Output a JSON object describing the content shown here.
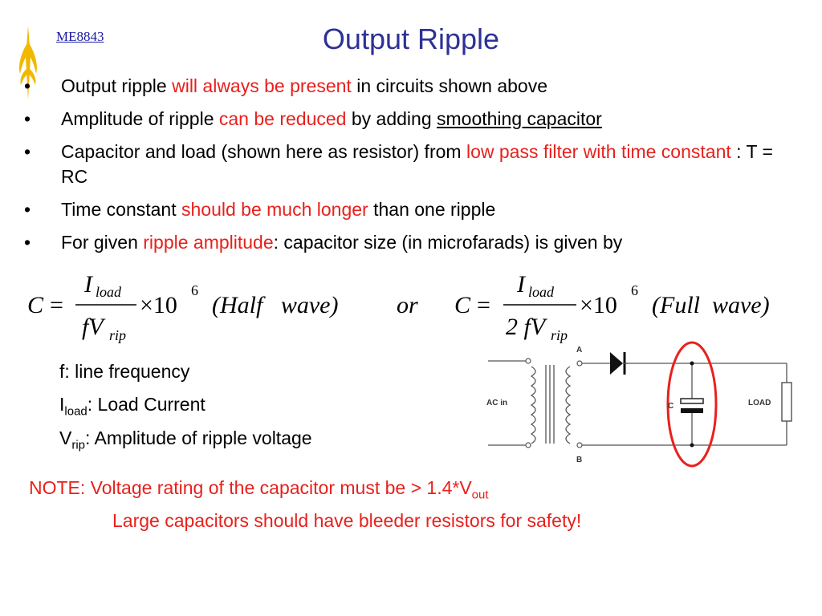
{
  "header": {
    "course_code": "ME8843",
    "title": "Output Ripple"
  },
  "bullets": [
    {
      "parts": [
        {
          "text": "Output ripple ",
          "style": "normal"
        },
        {
          "text": "will always be present",
          "style": "red"
        },
        {
          "text": " in circuits shown above",
          "style": "normal"
        }
      ]
    },
    {
      "parts": [
        {
          "text": "Amplitude of ripple ",
          "style": "normal"
        },
        {
          "text": "can be reduced",
          "style": "red"
        },
        {
          "text": " by adding ",
          "style": "normal"
        },
        {
          "text": "smoothing capacitor",
          "style": "underline"
        }
      ]
    },
    {
      "parts": [
        {
          "text": "Capacitor and load (shown here as resistor) from ",
          "style": "normal"
        },
        {
          "text": "low pass filter with time constant",
          "style": "red"
        },
        {
          "text": " : T = RC",
          "style": "normal"
        }
      ]
    },
    {
      "parts": [
        {
          "text": "Time constant ",
          "style": "normal"
        },
        {
          "text": "should be much longer",
          "style": "red"
        },
        {
          "text": " than one ripple",
          "style": "normal"
        }
      ]
    },
    {
      "parts": [
        {
          "text": "For given ",
          "style": "normal"
        },
        {
          "text": "ripple amplitude",
          "style": "red"
        },
        {
          "text": ": capacitor size (in microfarads) is given by",
          "style": "normal"
        }
      ]
    }
  ],
  "formula": {
    "lhs": "C",
    "equals": "=",
    "numerator": "I",
    "numerator_sub": "load",
    "denominator_half": "fV",
    "denominator_full": "2 fV",
    "denominator_sub": "rip",
    "multiplier": "×10",
    "exponent": "6",
    "half_label": "(Half   wave)",
    "connector": "or",
    "full_label": "(Full  wave)"
  },
  "definitions": [
    {
      "symbol": "f",
      "sub": "",
      "text": ": line frequency"
    },
    {
      "symbol": "I",
      "sub": "load",
      "text": ": Load Current"
    },
    {
      "symbol": "V",
      "sub": "rip",
      "text": ": Amplitude of ripple voltage"
    }
  ],
  "notes": {
    "line1": "NOTE: Voltage rating of the capacitor must be > 1.4*V",
    "line1_sub": "out",
    "line2": "Large capacitors should have bleeder resistors for safety!"
  },
  "circuit": {
    "ac_in": "AC in",
    "node_a": "A",
    "node_b": "B",
    "cap": "C",
    "load": "LOAD",
    "highlight_color": "#e8201c"
  },
  "colors": {
    "title": "#2e3196",
    "emphasis": "#e8201c",
    "course_code": "#1a1aa6",
    "logo": "#f2b800"
  }
}
